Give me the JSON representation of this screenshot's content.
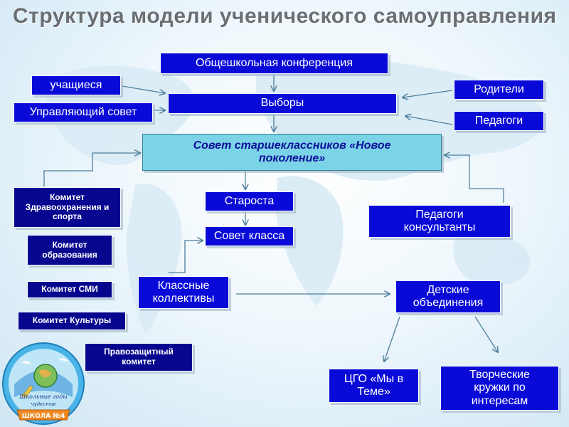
{
  "title": "Структура модели ученического самоуправления",
  "nodes": {
    "conference": "Общешкольная конференция",
    "students": "учащиеся",
    "governing_council": "Управляющий совет",
    "elections": "Выборы",
    "parents": "Родители",
    "teachers": "Педагоги",
    "senior_council": "Совет старшеклассников «Новое поколение»",
    "health_committee": "Комитет Здравоохранения и спорта",
    "headman": "Староста",
    "class_council": "Совет класса",
    "teacher_consultants": "Педагоги консультанты",
    "education_committee": "Комитет образования",
    "media_committee": "Комитет СМИ",
    "class_collectives": "Классные коллективы",
    "children_associations": "Детские объединения",
    "culture_committee": "Комитет Культуры",
    "rights_committee": "Правозащитный комитет",
    "cgo": "ЦГО «Мы в Теме»",
    "creative_circles": "Творческие кружки по интересам"
  },
  "logo": {
    "caption_line1": "Школьные годы",
    "caption_line2": "чудесные",
    "ribbon": "ШКОЛА №4"
  },
  "colors": {
    "box_fill": "#0a0ad8",
    "box_fill_dark": "#06068f",
    "central_fill": "#7ad3e6",
    "title": "#6b6f73",
    "connector": "#4f7f9c"
  }
}
